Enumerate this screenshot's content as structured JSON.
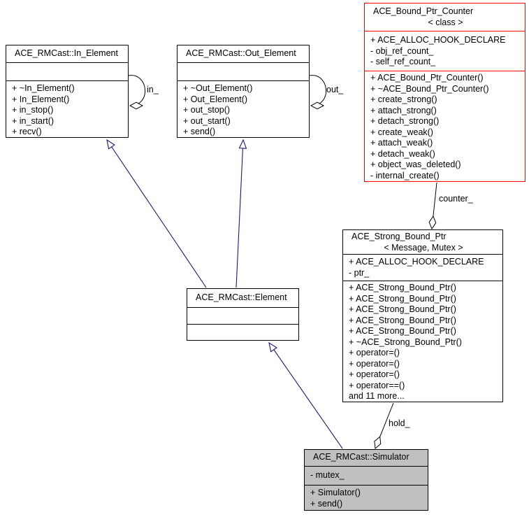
{
  "diagram": {
    "kind": "uml-collaboration-diagram",
    "colors": {
      "inheritance_edge": "#191970",
      "aggregation_edge": "#000000",
      "node_border": "#000000",
      "highlight_border": "#ff0000",
      "focus_node_fill": "#c0c0c0",
      "background": "#ffffff"
    },
    "classes": {
      "in_element": {
        "title": "ACE_RMCast::In_Element",
        "attributes": [],
        "methods": [
          "+ ~In_Element()",
          "+ In_Element()",
          "+ in_stop()",
          "+ in_start()",
          "+ recv()"
        ]
      },
      "out_element": {
        "title": "ACE_RMCast::Out_Element",
        "attributes": [],
        "methods": [
          "+ ~Out_Element()",
          "+ Out_Element()",
          "+ out_stop()",
          "+ out_start()",
          "+ send()"
        ]
      },
      "counter": {
        "title": "ACE_Bound_Ptr_Counter",
        "subtitle": "< class >",
        "attributes": [
          "+ ACE_ALLOC_HOOK_DECLARE",
          "- obj_ref_count_",
          "- self_ref_count_"
        ],
        "methods": [
          "+ ACE_Bound_Ptr_Counter()",
          "+ ~ACE_Bound_Ptr_Counter()",
          "+ create_strong()",
          "+ attach_strong()",
          "+ detach_strong()",
          "+ create_weak()",
          "+ attach_weak()",
          "+ detach_weak()",
          "+ object_was_deleted()",
          "- internal_create()"
        ]
      },
      "strong": {
        "title": "ACE_Strong_Bound_Ptr",
        "subtitle": "< Message, Mutex >",
        "attributes": [
          "+ ACE_ALLOC_HOOK_DECLARE",
          "- ptr_"
        ],
        "methods": [
          "+ ACE_Strong_Bound_Ptr()",
          "+ ACE_Strong_Bound_Ptr()",
          "+ ACE_Strong_Bound_Ptr()",
          "+ ACE_Strong_Bound_Ptr()",
          "+ ACE_Strong_Bound_Ptr()",
          "+ ~ACE_Strong_Bound_Ptr()",
          "+ operator=()",
          "+ operator=()",
          "+ operator=()",
          "+ operator==()",
          "and 11 more..."
        ]
      },
      "element": {
        "title": "ACE_RMCast::Element",
        "attributes": [],
        "methods": []
      },
      "simulator": {
        "title": "ACE_RMCast::Simulator",
        "attributes": [
          "- mutex_"
        ],
        "methods": [
          "+ Simulator()",
          "+ send()"
        ]
      }
    },
    "edges": {
      "in_label": "in_",
      "out_label": "out_",
      "counter_label": "counter_",
      "hold_label": "hold_"
    }
  }
}
